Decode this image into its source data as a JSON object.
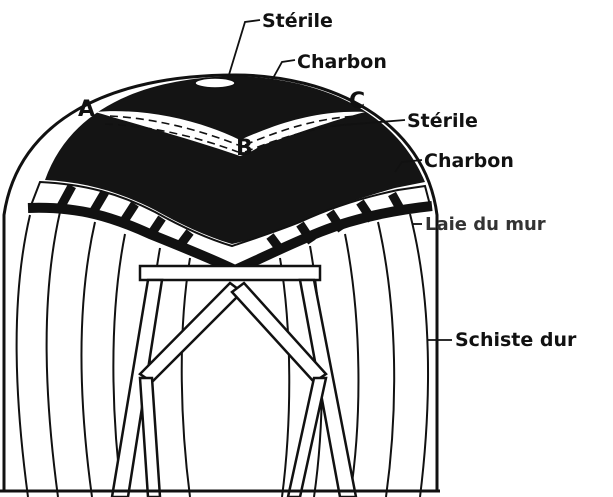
{
  "labels": {
    "sterile_top": "Stérile",
    "charbon_top": "Charbon",
    "sterile_mid": "Stérile",
    "charbon_mid": "Charbon",
    "laie_du_mur": "Laie du mur",
    "schiste_dur": "Schiste dur"
  },
  "points": {
    "a": "A",
    "b": "B",
    "c": "C"
  },
  "colors": {
    "ink": "#111111",
    "paper": "#ffffff"
  }
}
